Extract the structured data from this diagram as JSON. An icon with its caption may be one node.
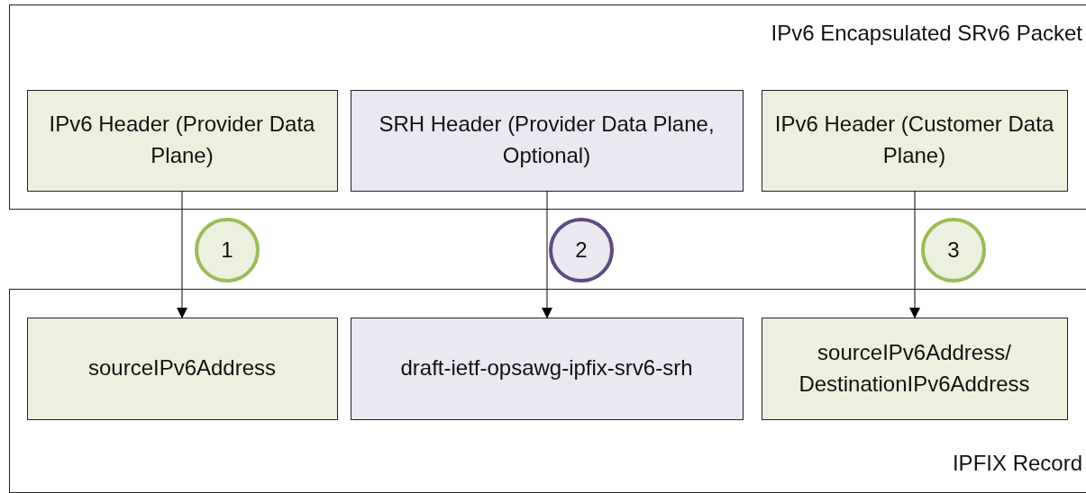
{
  "diagram": {
    "nodes": [
      {
        "text": [
          "IPv6 Encapsulated SRv6 Packet"
        ]
      },
      {
        "text": [
          "IPv6 Header (Provider Data Plane)"
        ],
        "in": 0
      },
      {
        "text": [
          "SRH Header (Provider Data Plane, Optional)"
        ],
        "in": 0
      },
      {
        "text": [
          "IPv6 Header (Customer Data Plane)"
        ],
        "in": 0
      },
      {
        "text": [
          "1"
        ]
      },
      {
        "text": [
          "2"
        ]
      },
      {
        "text": [
          "3"
        ]
      },
      {
        "text": [
          "IPFIX Record"
        ]
      },
      {
        "text": [
          "sourceIPv6Address"
        ],
        "in": 7
      },
      {
        "text": [
          "draft-ietf-opsawg-ipfix-srv6-srh"
        ],
        "in": 7
      },
      {
        "text": [
          "sourceIPv6Address/ DestinationIPv6Address"
        ],
        "in": 7
      }
    ],
    "edges": [
      {
        "from": 1,
        "to": 8,
        "arrow": "to"
      },
      {
        "from": 2,
        "to": 9,
        "arrow": "to"
      },
      {
        "from": 3,
        "to": 10,
        "arrow": "to"
      }
    ]
  }
}
